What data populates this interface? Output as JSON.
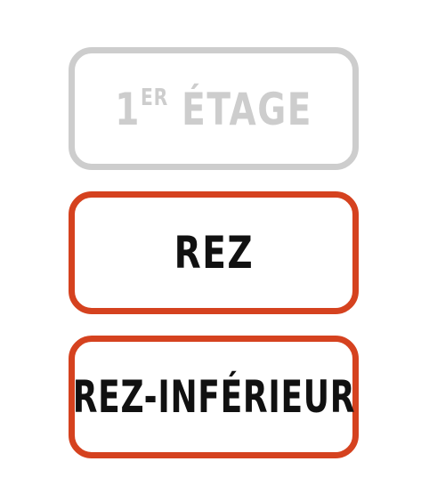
{
  "floors": [
    {
      "id": "first",
      "number": "1",
      "suffix": "ER",
      "name": "ÉTAGE",
      "state": "disabled"
    },
    {
      "id": "rez",
      "label": "REZ",
      "state": "enabled"
    },
    {
      "id": "rez-inf",
      "label": "REZ-INFÉRIEUR",
      "state": "enabled"
    }
  ],
  "colors": {
    "active_border": "#d5421f",
    "disabled": "#cdcdcd",
    "text": "#111111"
  }
}
